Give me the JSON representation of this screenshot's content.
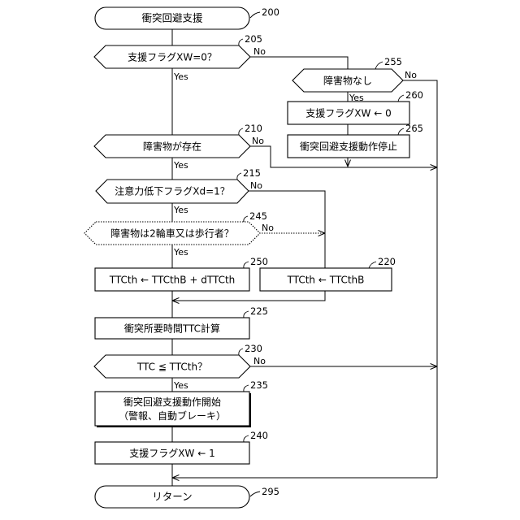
{
  "nodes": {
    "start": {
      "label": "衝突回避支援",
      "ref": "200"
    },
    "d205": {
      "label": "支援フラグXW=0？",
      "ref": "205"
    },
    "d255": {
      "label": "障害物なし",
      "ref": "255"
    },
    "p260": {
      "label": "支援フラグXW ← 0",
      "ref": "260"
    },
    "p265": {
      "label": "衝突回避支援動作停止",
      "ref": "265"
    },
    "d210": {
      "label": "障害物が存在",
      "ref": "210"
    },
    "d215": {
      "label": "注意力低下フラグXd=1？",
      "ref": "215"
    },
    "d245": {
      "label": "障害物は2輪車又は歩行者？",
      "ref": "245"
    },
    "p250": {
      "label": "TTCth ← TTCthB + dTTCth",
      "ref": "250"
    },
    "p220": {
      "label": "TTCth ← TTCthB",
      "ref": "220"
    },
    "p225": {
      "label": "衝突所要時間TTC計算",
      "ref": "225"
    },
    "d230": {
      "label": "TTC ≦ TTCth？",
      "ref": "230"
    },
    "p235": {
      "line1": "衝突回避支援動作開始",
      "line2": "（警報、自動ブレーキ）",
      "ref": "235"
    },
    "p240": {
      "label": "支援フラグXW ← 1",
      "ref": "240"
    },
    "end": {
      "label": "リターン",
      "ref": "295"
    }
  },
  "branch_labels": {
    "yes": "Yes",
    "no": "No"
  }
}
